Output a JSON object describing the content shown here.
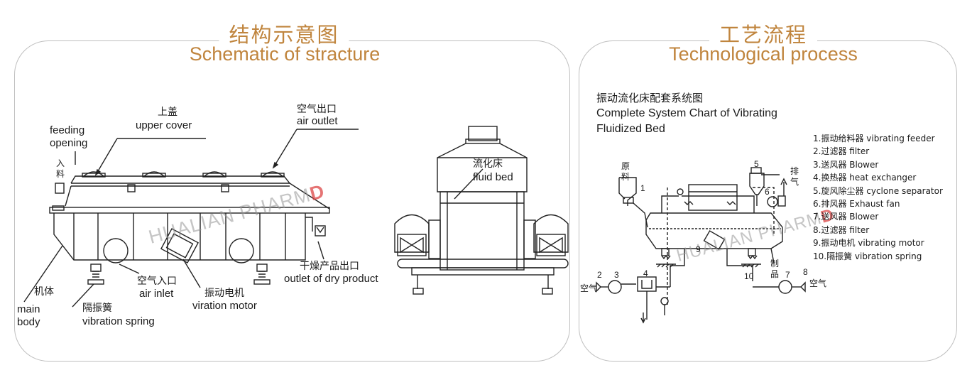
{
  "left_panel": {
    "title_cn": "结构示意图",
    "title_en": "Schematic of stracture",
    "labels": {
      "upper_cover_cn": "上盖",
      "upper_cover_en": "upper cover",
      "air_outlet_cn": "空气出口",
      "air_outlet_en": "air outlet",
      "feeding_en_1": "feeding",
      "feeding_en_2": "opening",
      "feed_cn": "入料",
      "fluid_bed_cn": "流化床",
      "fluid_bed_en": "fluid bed",
      "dry_product_cn": "干燥产品出口",
      "dry_product_en": "outlet of dry product",
      "main_body_cn": "机体",
      "main_body_en_1": "main",
      "main_body_en_2": "body",
      "spring_cn": "隔振簧",
      "spring_en": "vibration spring",
      "air_inlet_cn": "空气入口",
      "air_inlet_en": "air inlet",
      "motor_cn": "振动电机",
      "motor_en": "viration motor"
    },
    "watermark": "HUALIAN PHARM",
    "watermark_accent": "D"
  },
  "right_panel": {
    "title_cn": "工艺流程",
    "title_en": "Technological process",
    "chart_title_cn": "振动流化床配套系统图",
    "chart_title_en_1": "Complete System Chart of Vibrating",
    "chart_title_en_2": "Fluidized Bed",
    "legend": [
      "1.振动给料器  vibrating feeder",
      "2.过滤器  filter",
      "3.送风器  Blower",
      "4.换热器  heat exchanger",
      "5.旋风除尘器  cyclone separator",
      "6.排风器  Exhaust fan",
      "7.送风器  Blower",
      "8.过滤器  filter",
      "9.振动电机  vibrating motor",
      "10.隔振簧  vibration spring"
    ],
    "diagram_labels": {
      "raw_material": "原料",
      "exhaust": "排气",
      "air_left": "空气",
      "air_right": "空气",
      "product": "制品",
      "n1": "1",
      "n2": "2",
      "n3": "3",
      "n4": "4",
      "n5": "5",
      "n6": "6",
      "n7": "7",
      "n8": "8",
      "n9": "9",
      "n10": "10"
    },
    "watermark": "HUALIAN PHARM",
    "watermark_accent": "D"
  },
  "colors": {
    "title": "#c0853e",
    "frame": "#bfbfbf",
    "line": "#222222",
    "watermark_accent": "#dc4646"
  }
}
